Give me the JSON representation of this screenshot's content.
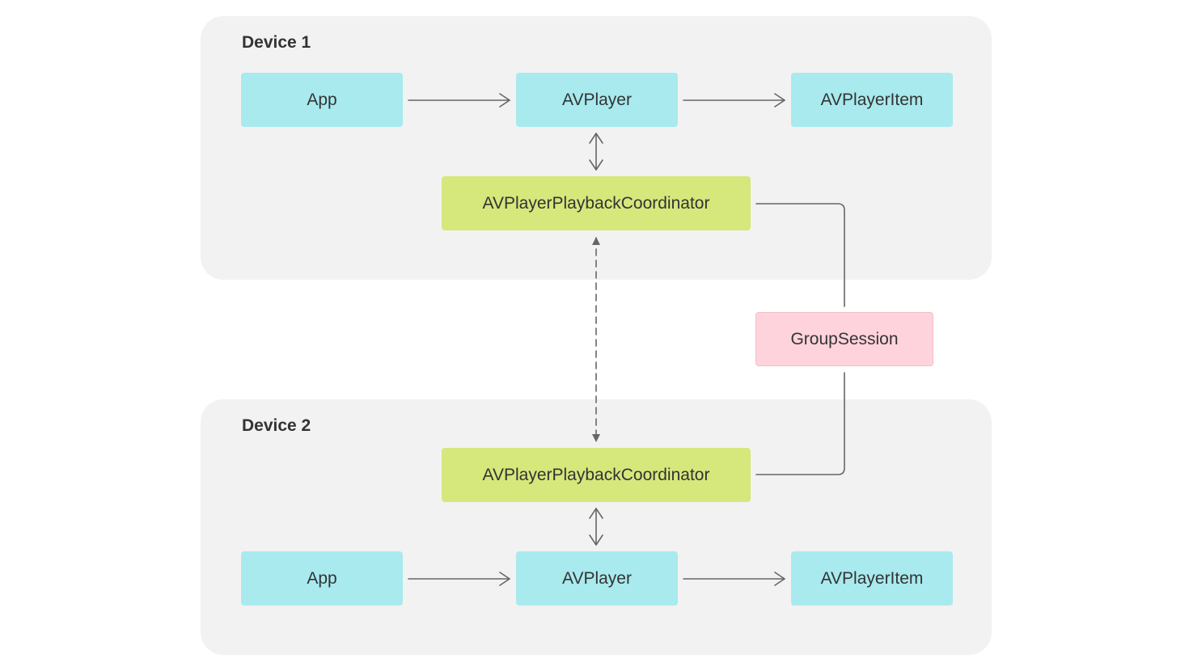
{
  "device1": {
    "title": "Device 1",
    "app": "App",
    "player": "AVPlayer",
    "item": "AVPlayerItem",
    "coordinator": "AVPlayerPlaybackCoordinator"
  },
  "device2": {
    "title": "Device 2",
    "app": "App",
    "player": "AVPlayer",
    "item": "AVPlayerItem",
    "coordinator": "AVPlayerPlaybackCoordinator"
  },
  "session": {
    "label": "GroupSession"
  },
  "colors": {
    "panel": "#f2f2f2",
    "player_nodes": "#a8eaee",
    "coordinator_nodes": "#d6e77c",
    "session_node": "#ffd3dc",
    "connectors": "#666666"
  }
}
